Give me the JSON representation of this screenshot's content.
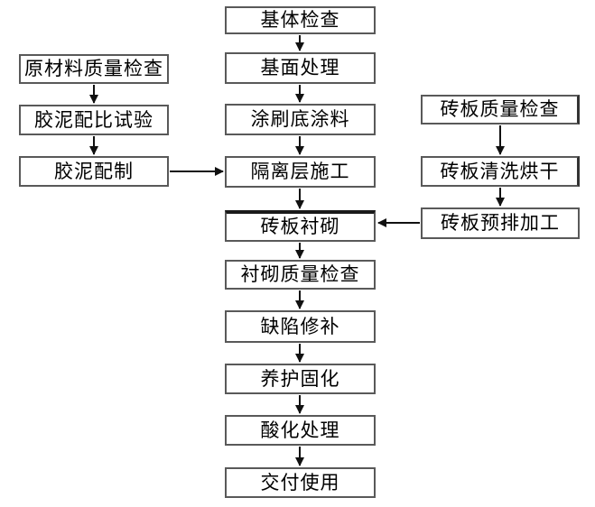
{
  "flowchart": {
    "main_path": [
      {
        "label": "基体检查"
      },
      {
        "label": "基面处理"
      },
      {
        "label": "涂刷底涂料"
      },
      {
        "label": "隔离层施工"
      },
      {
        "label": "砖板衬砌"
      },
      {
        "label": "衬砌质量检查"
      },
      {
        "label": "缺陷修补"
      },
      {
        "label": "养护固化"
      },
      {
        "label": "酸化处理"
      },
      {
        "label": "交付使用"
      }
    ],
    "left_branch": [
      {
        "label": "原材料质量检查"
      },
      {
        "label": "胶泥配比试验"
      },
      {
        "label": "胶泥配制"
      }
    ],
    "right_branch": [
      {
        "label": "砖板质量检查"
      },
      {
        "label": "砖板清洗烘干"
      },
      {
        "label": "砖板预排加工"
      }
    ],
    "edges": [
      {
        "from": "基体检查",
        "to": "基面处理"
      },
      {
        "from": "基面处理",
        "to": "涂刷底涂料"
      },
      {
        "from": "涂刷底涂料",
        "to": "隔离层施工"
      },
      {
        "from": "隔离层施工",
        "to": "砖板衬砌"
      },
      {
        "from": "砖板衬砌",
        "to": "衬砌质量检查"
      },
      {
        "from": "衬砌质量检查",
        "to": "缺陷修补"
      },
      {
        "from": "缺陷修补",
        "to": "养护固化"
      },
      {
        "from": "养护固化",
        "to": "酸化处理"
      },
      {
        "from": "酸化处理",
        "to": "交付使用"
      },
      {
        "from": "原材料质量检查",
        "to": "胶泥配比试验"
      },
      {
        "from": "胶泥配比试验",
        "to": "胶泥配制"
      },
      {
        "from": "胶泥配制",
        "to": "隔离层施工"
      },
      {
        "from": "砖板质量检查",
        "to": "砖板清洗烘干"
      },
      {
        "from": "砖板清洗烘干",
        "to": "砖板预排加工"
      },
      {
        "from": "砖板预排加工",
        "to": "砖板衬砌"
      }
    ],
    "colors": {
      "background": "#ffffff",
      "node_fill": "#ffffff",
      "node_border": "#595959",
      "emphasis_border": "#1a1a1a",
      "arrow": "#111111",
      "text": "#000000"
    }
  }
}
